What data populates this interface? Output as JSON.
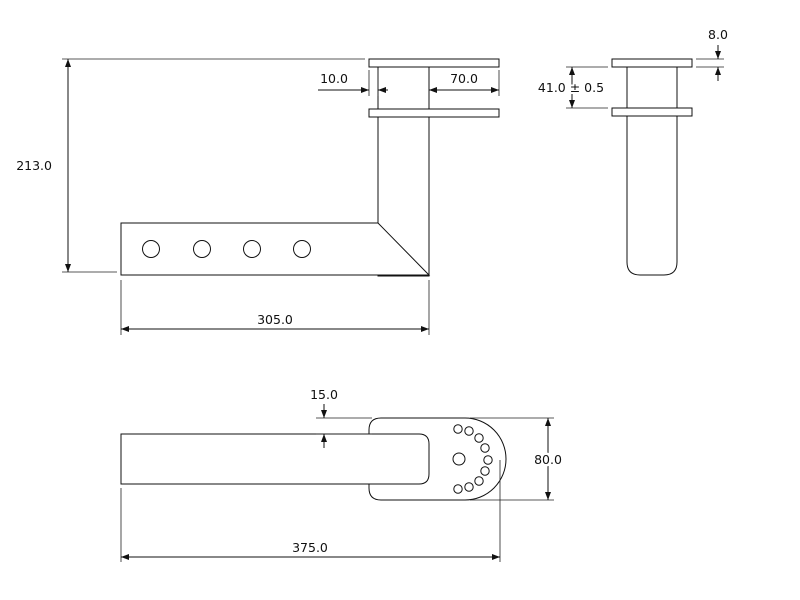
{
  "colors": {
    "line": "#111111",
    "background": "#ffffff"
  },
  "dimensions": {
    "height_total": "213.0",
    "length_top": "305.0",
    "plate_offset": "10.0",
    "plate_overhang": "70.0",
    "plate_thickness": "8.0",
    "plate_gap": "41.0 ± 0.5",
    "offset_bottom": "15.0",
    "width_bottom": "80.0",
    "length_bottom": "375.0"
  }
}
